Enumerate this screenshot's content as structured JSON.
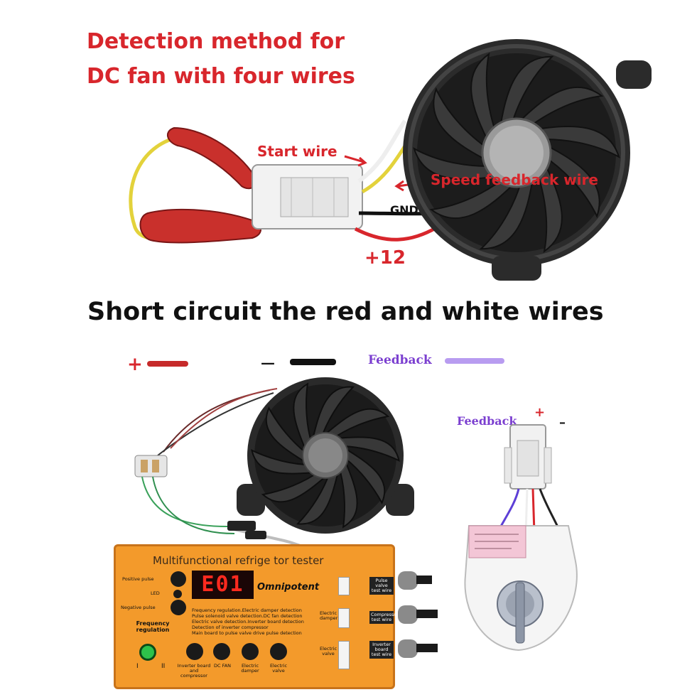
{
  "top_title": {
    "line1": "Detection method for",
    "line2": "DC fan with four wires"
  },
  "top_diagram": {
    "start_wire": "Start wire",
    "speed_feedback_wire": "Speed feedback wire",
    "gnd": "GND",
    "plus12": "+12"
  },
  "heading": "Short circuit the red and white wires",
  "legend": {
    "plus": "+",
    "minus": "—",
    "feedback": "Feedback",
    "feedback2": "Feedback",
    "plus2": "+",
    "minus2": "–"
  },
  "tester": {
    "title": "Multifunctional refrige    tor tester",
    "code": "E01",
    "brand": "Omnipotent",
    "positive_pulse": "Positive pulse",
    "led": "LED",
    "negative_pulse": "Negative pulse",
    "frequency_regulation": "Frequency regulation",
    "knob_left": "I",
    "knob_right": "II",
    "features": [
      "Frequency regulation.Electric damper detection",
      "Pulse solenoid valve detection.DC fan detection",
      "Electric valve detection.Inverter board detection",
      "Detection of inverter compressor",
      "Main board to pulse valve drive pulse detection"
    ],
    "buttons": [
      "Inverter board and compressor",
      "DC FAN",
      "Electric damper",
      "Electric valve"
    ],
    "right_labels": [
      "Pulse valve test wire",
      "Compressor test wire",
      "Inverter board test wire"
    ],
    "port_labels": [
      "Electric damper",
      "Electric valve"
    ]
  },
  "colors": {
    "title_red": "#d8262c",
    "feedback_purple": "#7b3fd0",
    "tester_orange": "#f39a2b",
    "legend_feedback_line": "#b89cf0"
  }
}
